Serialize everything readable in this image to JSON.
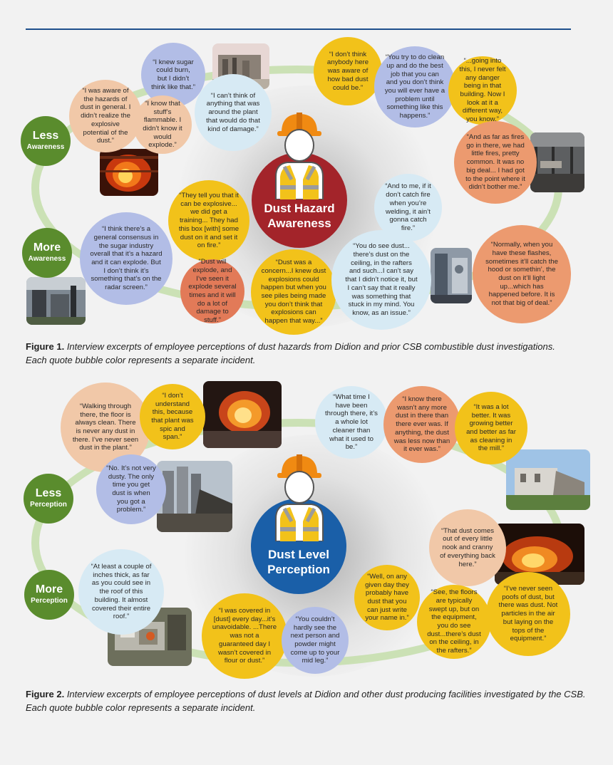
{
  "figure1": {
    "hub_title": "Dust Hazard Awareness",
    "less_top": "Less",
    "less_bottom": "Awareness",
    "more_top": "More",
    "more_bottom": "Awareness",
    "quotes": [
      "“I was aware of the hazards of dust in general. I didn’t realize the explosive potential of the dust.”",
      "“I knew sugar could burn, but I didn’t think like that.”",
      "“I know that stuff’s flammable. I didn’t know it would explode.”",
      "“I can’t think of anything that was around the plant that would do that kind of damage.”",
      "“I don’t think anybody here was aware of how bad dust could be.”",
      "“You try to do clean up and do the best job that you can and you don’t think you will ever have a problem until something like this happens.”",
      "“...going into this, I never felt any danger being in that building. Now I look at it a different way, you know.”",
      "“And as far as fires go in there, we had little fires, pretty common. It was no big deal... I had got to the point where it didn’t bother me.”",
      "“They tell you that it can be explosive... we did get a training... They had this box [with] some dust on it and set it on fire.”",
      "“And to me, if it don’t catch fire when you’re welding, it ain’t gonna catch fire.”",
      "“I think there’s a general consensus in the sugar industry overall that it’s a hazard and it can explode. But I don’t think it’s something that’s on the radar screen.”",
      "“Dust will explode, and I’ve seen it explode several times and it will do a lot of damage to stuff.”",
      "“Dust was a concern...I knew dust explosions could happen but when you see piles being made you don’t think that explosions can happen that way...”",
      "“You do see dust... there’s dust on the ceiling, in the rafters and such...I can’t say that I didn’t notice it, but I can’t say that it really was something that stuck in my mind. You know, as an issue.”",
      "“Normally, when you have these flashes, sometimes it’ll catch the hood or somethin’, the dust on it’ll light up...which has happened before. It is not that big of deal.”"
    ],
    "caption_label": "Figure 1.",
    "caption_text": "Interview excerpts of employee perceptions of dust hazards from Didion and prior CSB combustible dust investigations.",
    "caption_text2": "Each quote bubble color represents a separate incident."
  },
  "figure2": {
    "hub_title": "Dust Level Perception",
    "less_top": "Less",
    "less_bottom": "Perception",
    "more_top": "More",
    "more_bottom": "Perception",
    "quotes": [
      "“Walking through there, the floor is always clean. There is never any dust in there. I’ve never seen dust in the plant.”",
      "“I don’t understand this, because that plant was spic and span.”",
      "“What time I have been through there, it’s a whole lot cleaner than what it used to be.”",
      "“I know there wasn’t any more dust in there than there ever was. If anything, the dust was less now than it ever was.”",
      "“It was a lot better. It was growing better and better as far as cleaning in the mill.”",
      "“No. It’s not very dusty. The only time you get dust is when you got a problem.”",
      "“That dust comes out of every little nook and cranny of everything back here.”",
      "“At least a couple of inches thick, as far as you could see in the roof of this building. It almost covered their entire roof.”",
      "“Well, on any given day they probably have dust that you can just write your name in.”",
      "“See, the floors are typically swept up, but on the equipment, you do see dust...there’s dust on the ceiling, in the rafters.”",
      "“I’ve never seen poofs of dust, but there was dust. Not particles in the air but laying on the tops of the equipment.”",
      "“I was covered in [dust] every day...it’s unavoidable. ...There was not a guaranteed day I wasn’t covered in flour or dust.”",
      "“You couldn’t hardly see the next person and powder might come up to your mid leg.”"
    ],
    "caption_label": "Figure 2.",
    "caption_text": "Interview excerpts of employee perceptions of dust levels at Didion and other dust producing facilities investigated by the CSB.",
    "caption_text2": "Each quote bubble color represents a separate incident."
  },
  "colors": {
    "rule": "#1e4f8c",
    "tag_green": "#5a8c2d",
    "hub_red": "#a3242a",
    "hub_blue": "#1a5fa8",
    "hat": "#f08a12",
    "vest": "#f2c21a"
  },
  "icons": [
    "worker-hardhat-icon"
  ]
}
